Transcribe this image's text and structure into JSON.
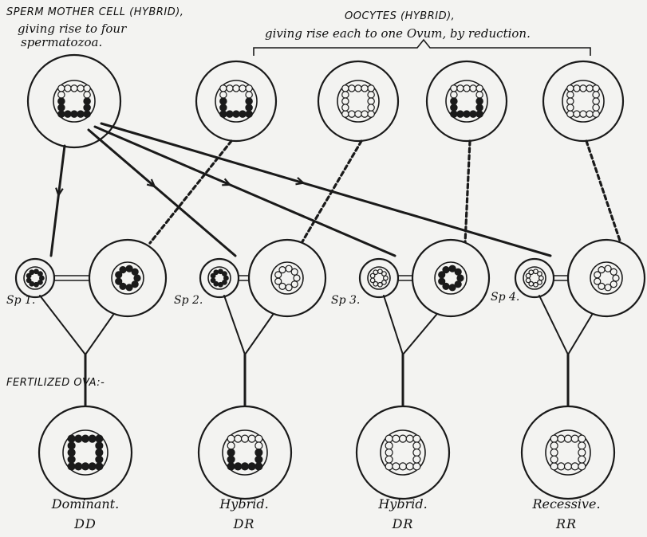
{
  "header": {
    "sperm_title": "SPERM MOTHER CELL (HYBRID),",
    "sperm_sub1": "giving rise to four",
    "sperm_sub2": "spermatozoa.",
    "oocytes_title": "OOCYTES (HYBRID),",
    "oocytes_sub": "giving rise each to one Ovum, by reduction."
  },
  "sperm_labels": [
    "Sp 1.",
    "Sp 2.",
    "Sp 3.",
    "Sp 4."
  ],
  "fertilized_label": "FERTILIZED  OVA:-",
  "results": [
    {
      "name": "Dominant.",
      "code": "DD"
    },
    {
      "name": "Hybrid.",
      "code": "DR"
    },
    {
      "name": "Hybrid.",
      "code": "DR"
    },
    {
      "name": "Recessive.",
      "code": "RR"
    }
  ],
  "colors": {
    "ink": "#1a1a1a",
    "paper": "#f3f3f1"
  }
}
